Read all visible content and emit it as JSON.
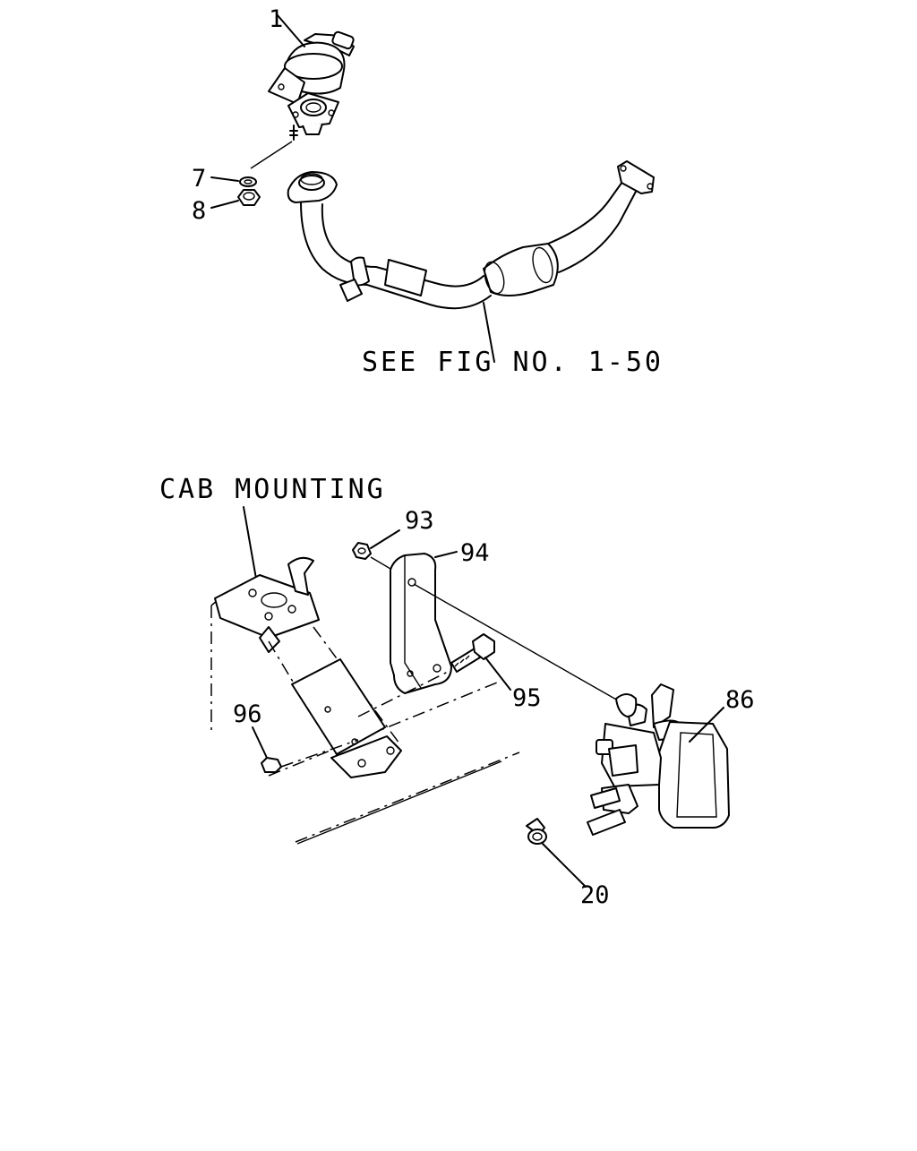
{
  "diagram": {
    "captions": {
      "see_fig": "SEE FIG NO. 1-50",
      "cab_mounting": "CAB MOUNTING"
    },
    "callouts": {
      "p1": "1",
      "p7": "7",
      "p8": "8",
      "p93": "93",
      "p94": "94",
      "p95": "95",
      "p96": "96",
      "p86": "86",
      "p20": "20"
    }
  }
}
